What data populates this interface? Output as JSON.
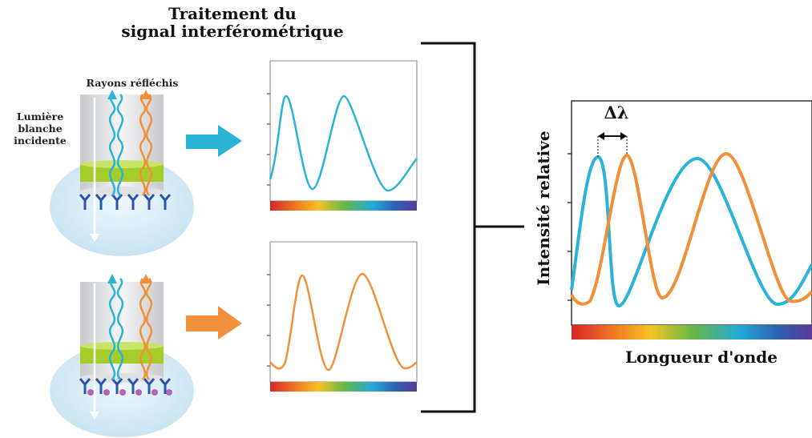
{
  "title_line1": "Traitement du",
  "title_line2": "signal interférométrique",
  "rays_label": "Rayons réfléchis",
  "light_label": [
    "Lumière",
    "blanche",
    "incidente"
  ],
  "y_axis_label": "Intensité relative",
  "x_axis_label": "Longueur d'onde",
  "delta_label": "Δλ",
  "colors": {
    "blue": "#2ab3d6",
    "orange": "#f0903a",
    "green": "#a4cd2a",
    "frame": "#9a9a9a"
  }
}
